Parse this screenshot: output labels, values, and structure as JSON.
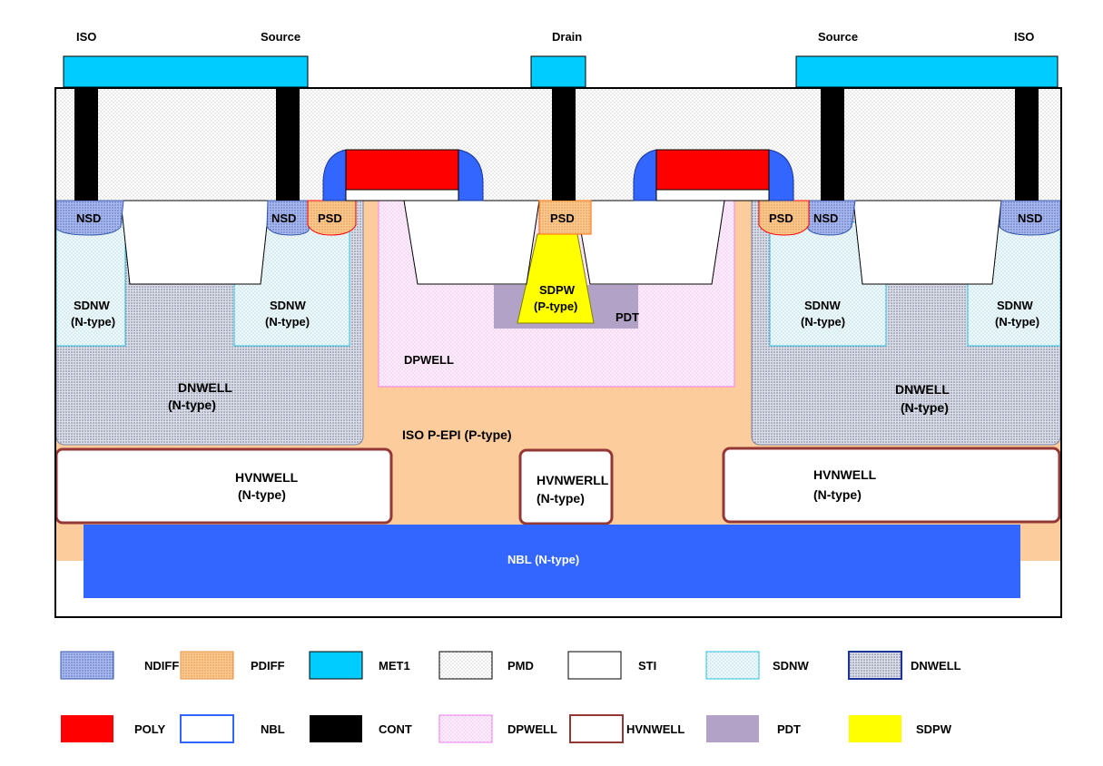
{
  "terminals": {
    "iso_left": "ISO",
    "source_left": "Source",
    "drain": "Drain",
    "source_right": "Source",
    "iso_right": "ISO"
  },
  "regions": {
    "nsd": "NSD",
    "psd": "PSD",
    "sdnw": "SDNW",
    "n_type": "(N-type)",
    "p_type": "(P-type)",
    "sdpw": "SDPW",
    "pdt": "PDT",
    "dpwell": "DPWELL",
    "dnwell": "DNWELL",
    "iso_pepi": "ISO P-EPI (P-type)",
    "hvnwell": "HVNWELL",
    "hvnwerll": "HVNWERLL",
    "nbl": "NBL (N-type)"
  },
  "legend": {
    "row1": [
      "NDIFF",
      "PDIFF",
      "MET1",
      "PMD",
      "STI",
      "SDNW",
      "DNWELL"
    ],
    "row2": [
      "POLY",
      "NBL",
      "CONT",
      "DPWELL",
      "HVNWELL",
      "PDT",
      "SDPW"
    ]
  },
  "colors": {
    "met1": "#00ccff",
    "poly": "#ff0000",
    "cont": "#000000",
    "pepi": "#fccc9c",
    "nbl": "#3366ff",
    "pdt": "#b3a2c7",
    "sdpw": "#ffff00",
    "hvnwell_border": "#953735",
    "spacer": "#3366ff"
  }
}
